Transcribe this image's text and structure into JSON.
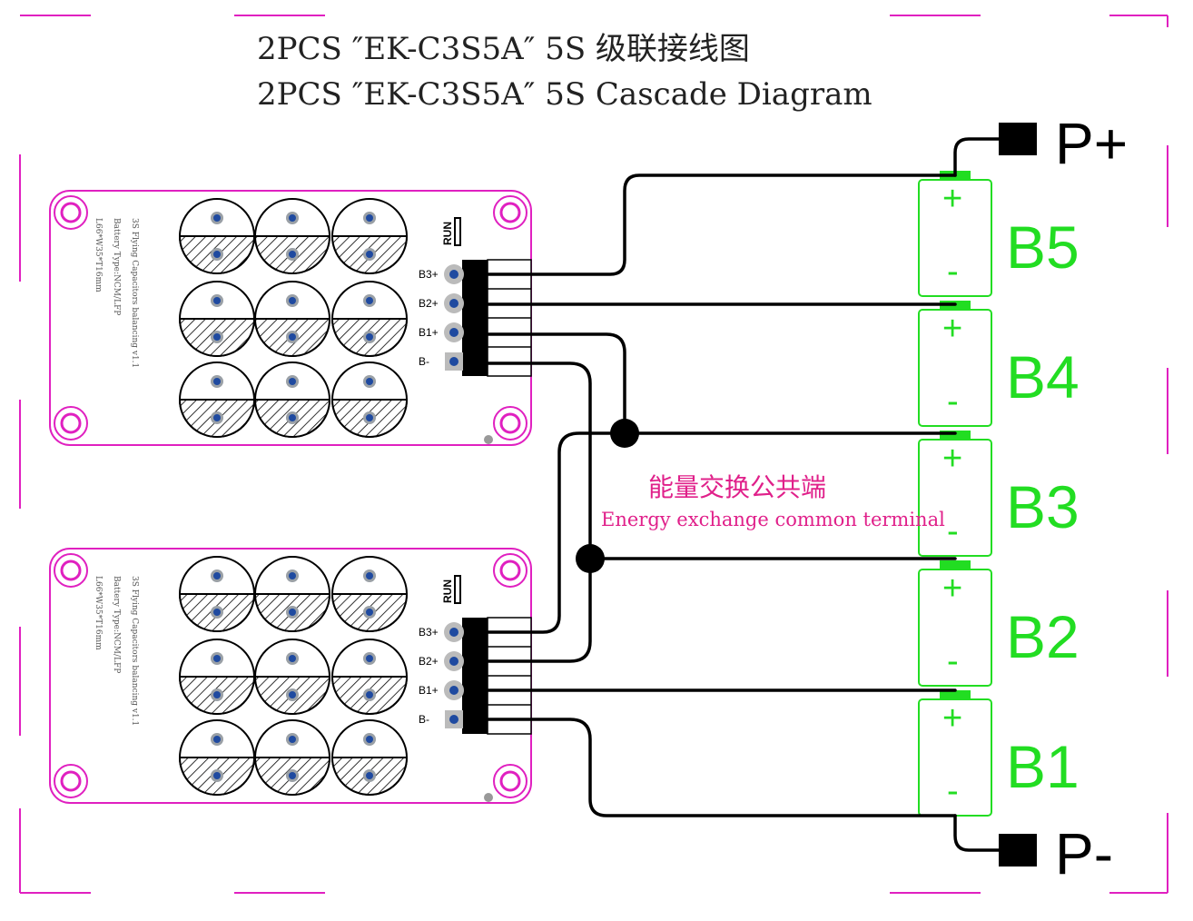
{
  "title": {
    "line1": "2PCS ″EK-C3S5A″  5S 级联接线图",
    "line2": "2PCS ″EK-C3S5A″  5S Cascade Diagram"
  },
  "boards": [
    {
      "run_label": "RUN",
      "silk_lines": [
        "3S Flying Capacitors balancing v1.1",
        "Battery Type:NCM/LFP",
        "L66*W35*T16mm"
      ],
      "pins": [
        "B3+",
        "B2+",
        "B1+",
        "B-"
      ]
    },
    {
      "run_label": "RUN",
      "silk_lines": [
        "3S Flying Capacitors balancing v1.1",
        "Battery Type:NCM/LFP",
        "L66*W35*T16mm"
      ],
      "pins": [
        "B3+",
        "B2+",
        "B1+",
        "B-"
      ]
    }
  ],
  "batteries": [
    {
      "name": "B5",
      "plus": "+",
      "minus": "-"
    },
    {
      "name": "B4",
      "plus": "+",
      "minus": "-"
    },
    {
      "name": "B3",
      "plus": "+",
      "minus": "-"
    },
    {
      "name": "B2",
      "plus": "+",
      "minus": "-"
    },
    {
      "name": "B1",
      "plus": "+",
      "minus": "-"
    }
  ],
  "terminals": {
    "positive": "P+",
    "negative": "P-"
  },
  "energy_label": {
    "cn": "能量交换公共端",
    "en": "Energy exchange common terminal"
  },
  "colors": {
    "board_outline": "#e020c0",
    "battery": "#22dd22",
    "wire": "#000000",
    "label": "#e0208a"
  }
}
